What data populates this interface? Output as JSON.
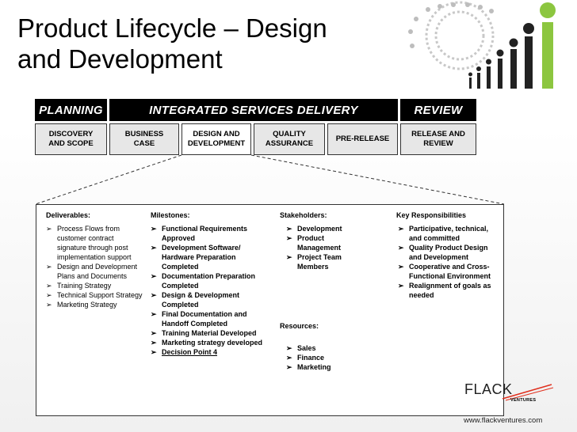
{
  "title": {
    "line1": "Product Lifecycle – Design",
    "line2": "and Development"
  },
  "header": {
    "planning": "PLANNING",
    "integrated": "INTEGRATED SERVICES DELIVERY",
    "review": "REVIEW"
  },
  "phases": [
    "DISCOVERY\nAND SCOPE",
    "BUSINESS\nCASE",
    "DESIGN AND\nDEVELOPMENT",
    "QUALITY\nASSURANCE",
    "PRE-RELEASE",
    "RELEASE AND\nREVIEW"
  ],
  "deliverables": {
    "heading": "Deliverables:",
    "items": [
      "Process Flows from customer contract signature through post implementation support",
      "Design and Development Plans and Documents",
      "Training Strategy",
      "Technical Support Strategy",
      "Marketing Strategy"
    ]
  },
  "milestones": {
    "heading": "Milestones:",
    "items": [
      "Functional Requirements Approved",
      "Development Software/ Hardware Preparation Completed",
      "Documentation Preparation Completed",
      "Design & Development Completed",
      "Final Documentation and Handoff Completed",
      "Training Material Developed",
      "Marketing strategy developed",
      "Decision Point 4"
    ]
  },
  "stakeholders": {
    "heading": "Stakeholders:",
    "items": [
      "Development",
      "Product Management",
      "Project Team Members"
    ]
  },
  "resources": {
    "heading": "Resources:",
    "items": [
      "Sales",
      "Finance",
      "Marketing"
    ]
  },
  "responsibilities": {
    "heading": "Key Responsibilities",
    "items": [
      "Participative, technical, and committed",
      "Quality Product Design and Development",
      "Cooperative and Cross-Functional Environment",
      "Realignment of goals as needed"
    ]
  },
  "logo": {
    "word": "FLACK",
    "sub": "VENTURES",
    "accent": "#e0301e"
  },
  "url": "www.flackventures.com"
}
